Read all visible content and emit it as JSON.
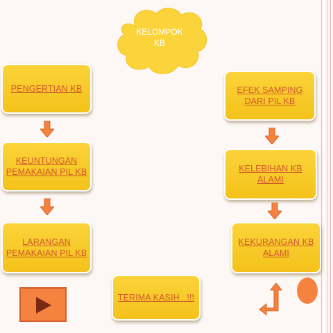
{
  "cloud": {
    "label": "KELOMPOK\nKB"
  },
  "left_column": {
    "box1": "PENGERTIAN KB",
    "box2": "KEUNTUNGAN\nPEMAKAIAN PIL KB",
    "box3": "LARANGAN\nPEMAKAIAN PIL KB"
  },
  "right_column": {
    "box1": "EFEK SAMPING\nDARI PIL KB",
    "box2": "KELEBIHAN KB\nALAMI",
    "box3": "KEKURANGAN KB\nALAMI"
  },
  "bottom": {
    "thanks": "TERIMA KASIH   !!!"
  },
  "colors": {
    "box_fill": "#f4c21a",
    "link_text": "#d2572c",
    "accent_orange": "#f5823f",
    "cloud_fill": "#fbd33a"
  },
  "icons": {
    "play": "play-triangle-icon",
    "arrow": "arrow-down-icon",
    "return": "return-arrow-icon"
  }
}
